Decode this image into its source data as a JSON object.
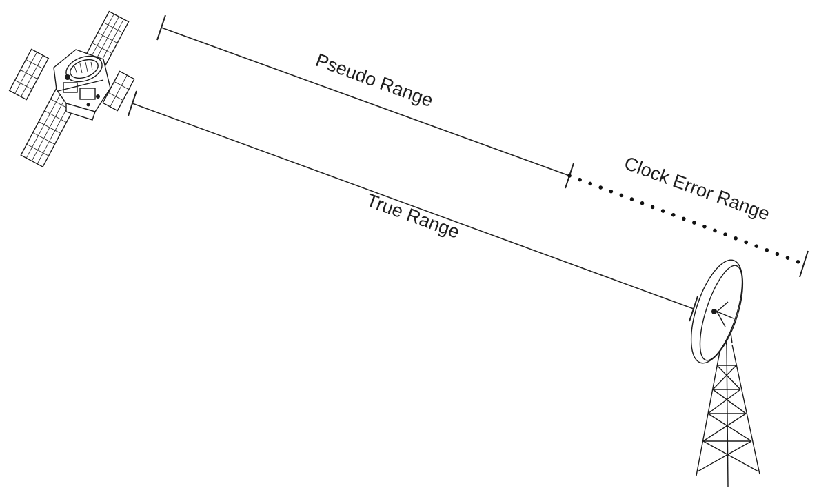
{
  "labels": {
    "pseudo_range": "Pseudo Range",
    "true_range": "True Range",
    "clock_error_range": "Clock Error Range"
  },
  "colors": {
    "ink": "#1e1e1e",
    "background": "#ffffff"
  },
  "icons": {
    "satellite": "satellite-icon",
    "receiver": "dish-antenna-tower-icon"
  }
}
